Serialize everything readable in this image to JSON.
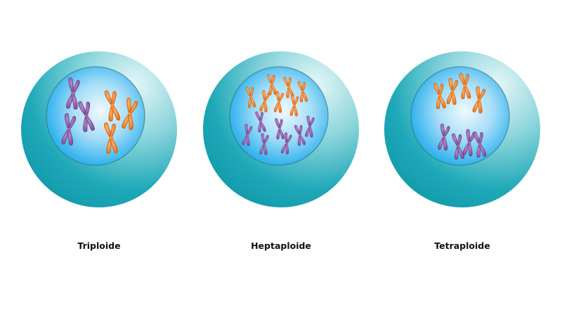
{
  "cells": [
    {
      "label": "Triploide",
      "chromosomes": {
        "orange": 3,
        "purple": 3
      }
    },
    {
      "label": "Heptaploide",
      "chromosomes": {
        "orange": 7,
        "purple": 7
      }
    },
    {
      "label": "Tetraploide",
      "chromosomes": {
        "orange": 4,
        "purple": 4
      }
    }
  ],
  "colors": {
    "cytoplasm": "#1ba9b8",
    "cytoplasm_highlight": "#e4f6f7",
    "nucleus": "#3cb8f0",
    "nucleus_highlight": "#e6f6fd",
    "nucleus_border": "#2a6f7c",
    "chromosome_orange": "#ee7a22",
    "chromosome_purple": "#8e5aa6"
  }
}
